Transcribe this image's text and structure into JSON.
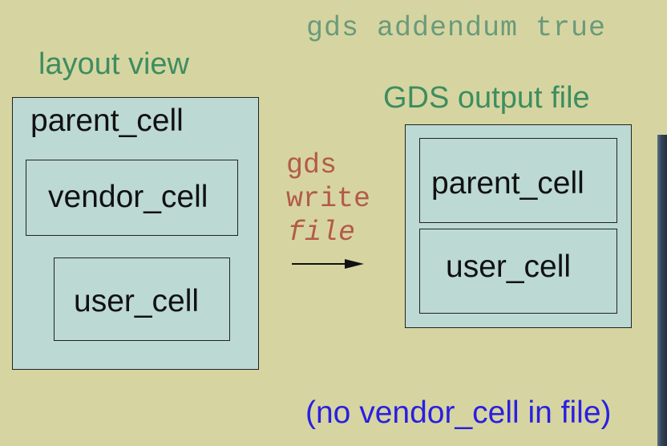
{
  "command_title": "gds addendum true",
  "layout": {
    "title": "layout view",
    "parent_cell": "parent_cell",
    "vendor_cell": "vendor_cell",
    "user_cell": "user_cell"
  },
  "command": {
    "line1": "gds",
    "line2": "write",
    "line3": "file"
  },
  "gds_output": {
    "title": "GDS output file",
    "parent_cell": "parent_cell",
    "user_cell": "user_cell"
  },
  "note": "(no vendor_cell in file)",
  "colors": {
    "background": "#d6d5a1",
    "box_fill": "#bcd9d3",
    "heading_green": "#3e8d5f",
    "command_red": "#b35b46",
    "note_blue": "#2a1fe0"
  }
}
